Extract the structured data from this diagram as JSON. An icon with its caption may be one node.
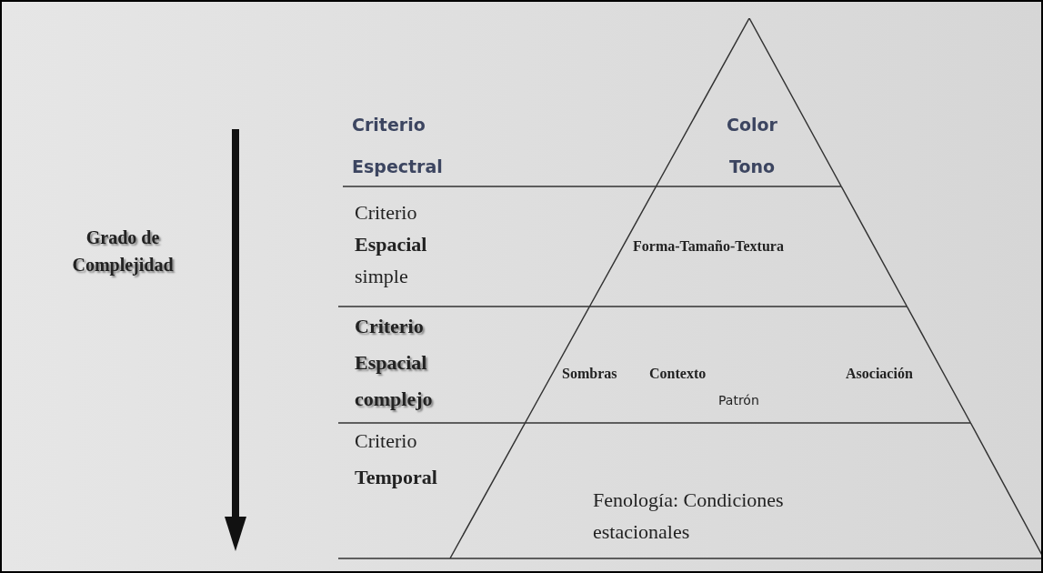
{
  "diagram": {
    "nodes": [
      {
        "text": [
          "Criterio Espectral",
          "Color Tono"
        ]
      },
      {
        "text": [
          "Criterio **Espacial** simple",
          "Forma-Tamaño-Textura"
        ]
      },
      {
        "text": [
          "Criterio Espacial complejo",
          "Sombras",
          "Contexto",
          "Asociación",
          "Patrón"
        ]
      },
      {
        "text": [
          "Criterio **Temporal**",
          "Fenología: Condiciones estacionales"
        ]
      }
    ],
    "labels": [
      "Grado de Complejidad"
    ]
  }
}
